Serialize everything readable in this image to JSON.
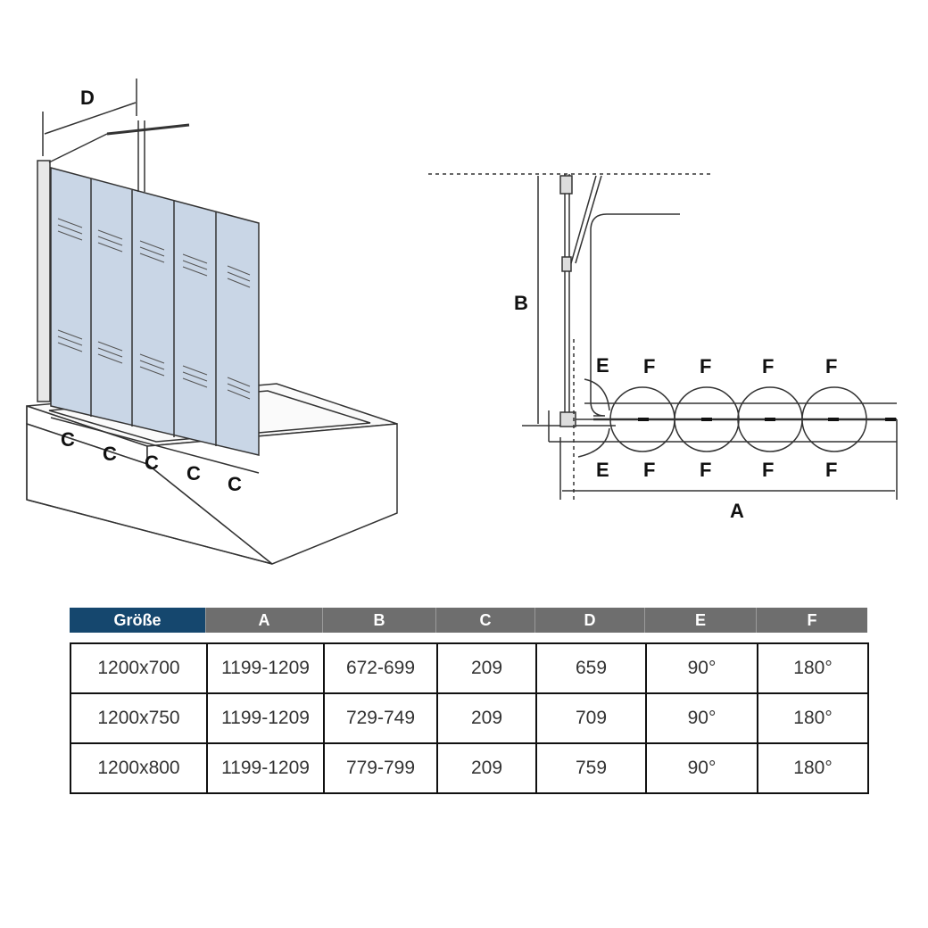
{
  "left_diagram": {
    "labels": {
      "d": "D",
      "c": "C"
    }
  },
  "right_diagram": {
    "labels": {
      "a": "A",
      "b": "B",
      "e": "E",
      "f": "F"
    }
  },
  "table": {
    "header_color": "#15476e",
    "headers": [
      "Größe",
      "A",
      "B",
      "C",
      "D",
      "E",
      "F"
    ],
    "rows": [
      [
        "1200x700",
        "1199-1209",
        "672-699",
        "209",
        "659",
        "90°",
        "180°"
      ],
      [
        "1200x750",
        "1199-1209",
        "729-749",
        "209",
        "709",
        "90°",
        "180°"
      ],
      [
        "1200x800",
        "1199-1209",
        "779-799",
        "209",
        "759",
        "90°",
        "180°"
      ]
    ]
  }
}
